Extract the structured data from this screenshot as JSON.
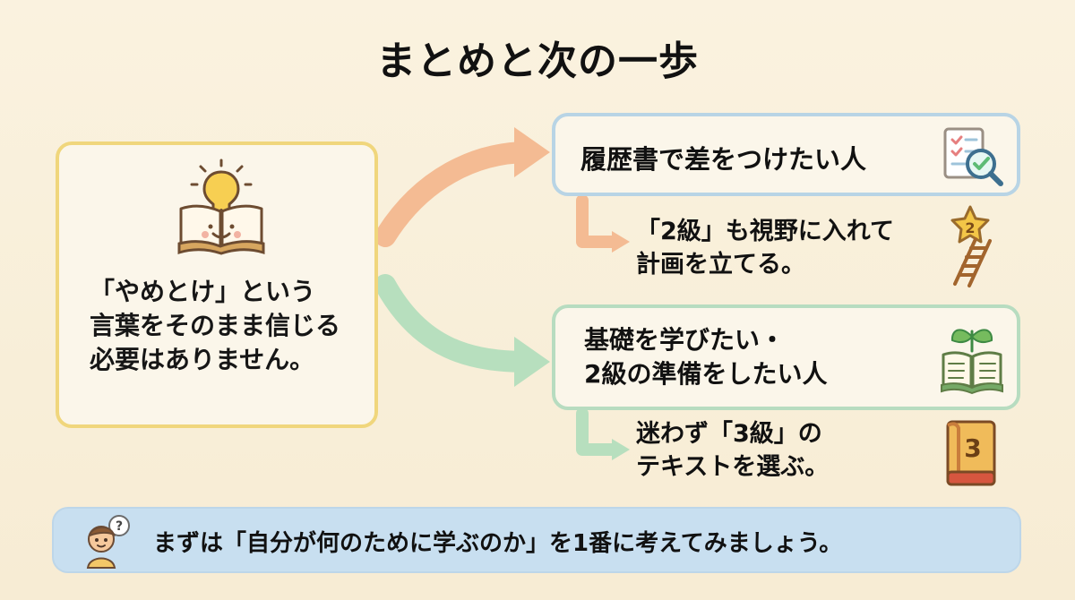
{
  "page": {
    "title": "まとめと次の一歩"
  },
  "left_panel": {
    "text": "「やめとけ」という\n言葉をそのまま信じる\n必要はありません。",
    "icon": "open-book-lightbulb-icon"
  },
  "top_path": {
    "card_text": "履歴書で差をつけたい人",
    "card_icon": "resume-magnifier-icon",
    "note_text": "「2級」も視野に入れて\n計画を立てる。",
    "note_icon": "ladder-star-2-icon"
  },
  "bottom_path": {
    "card_text": "基礎を学びたい・\n2級の準備をしたい人",
    "card_icon": "sprouting-book-icon",
    "note_text": "迷わず「3級」の\nテキストを選ぶ。",
    "note_icon": "book-3-icon"
  },
  "bottom_bar": {
    "text": "まずは「自分が何のために学ぶのか」を1番に考えてみましょう。",
    "avatar_icon": "thinking-person-icon"
  },
  "colors": {
    "background": "#f8efd9",
    "left_border": "#f0d67c",
    "top_border": "#b8d4e5",
    "mid_border": "#b7dcc0",
    "orange_arrow": "#f4bb93",
    "green_arrow": "#b7dfbe",
    "bottom_bar": "#c8dff0"
  }
}
